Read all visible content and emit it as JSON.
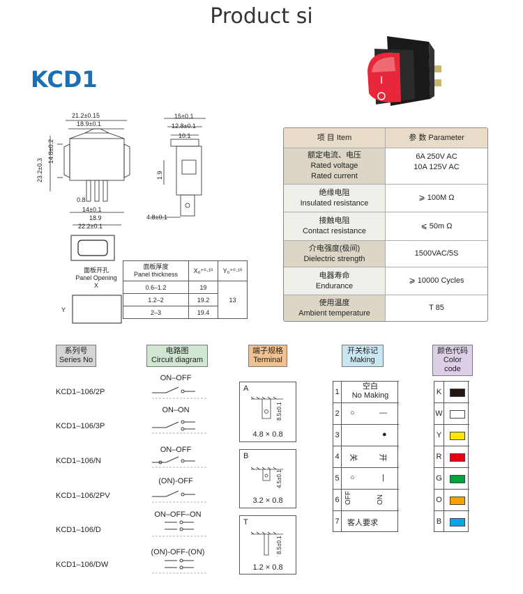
{
  "title": "Product si",
  "model": "KCD1",
  "dims": {
    "d1": "21.2±0.15",
    "d2": "18.9±0.1",
    "d3": "14.8±0.2",
    "d4": "23.2±0.3",
    "d5": "0.8",
    "d6": "14±0.1",
    "d7": "18.9",
    "d8": "22.2±0.1",
    "s1": "15±0.1",
    "s2": "12.8±0.1",
    "s3": "10.1",
    "s4": "1.9",
    "s5": "4.8±0.1"
  },
  "panel": {
    "opening_cn": "面板开孔",
    "opening_en": "Panel Opening",
    "x": "X",
    "y": "Y",
    "thick_cn": "面板厚度",
    "thick_en": "Panel thickness",
    "xtol": "X₀⁺⁰·¹⁰",
    "ytol": "Y₀⁺⁰·¹⁰",
    "rows": [
      [
        "0.6–1.2",
        "19"
      ],
      [
        "1.2–2",
        "19.2"
      ],
      [
        "2–3",
        "19.4"
      ]
    ],
    "y_value": "13"
  },
  "params": {
    "head_item": "项 目  Item",
    "head_param": "参 数  Parameter",
    "rows": [
      {
        "cn": "额定电流、电压",
        "en": "Rated voltage",
        "en2": "Rated current",
        "v1": "6A   250V AC",
        "v2": "10A 125V AC"
      },
      {
        "cn": "绝缘电阻",
        "en": "Insulated resistance",
        "v1": "⩾ 100M Ω"
      },
      {
        "cn": "接触电阻",
        "en": "Contact resistance",
        "v1": "⩽ 50m Ω"
      },
      {
        "cn": "介电强度(极间)",
        "en": "Dielectric strength",
        "v1": "1500VAC/5S"
      },
      {
        "cn": "电器寿命",
        "en": "Endurance",
        "v1": "⩾ 10000 Cycles"
      },
      {
        "cn": "使用温度",
        "en": "Ambient temperature",
        "v1": "T 85"
      }
    ]
  },
  "series": {
    "h_cn": "系列号",
    "h_en": "Series No",
    "items": [
      "KCD1–106/2P",
      "KCD1–106/3P",
      "KCD1–106/N",
      "KCD1–106/2PV",
      "KCD1–106/D",
      "KCD1–106/DW"
    ]
  },
  "circuit": {
    "h_cn": "电路图",
    "h_en": "Circuit diagram",
    "labels": [
      "ON–OFF",
      "ON–ON",
      "ON–OFF",
      "(ON)-OFF",
      "ON–OFF–ON",
      "(ON)-OFF-(ON)"
    ]
  },
  "terminal": {
    "h_cn": "端子规格",
    "h_en": "Terminal",
    "items": [
      {
        "letter": "A",
        "height": "8.5±0.1",
        "size": "4.8 × 0.8"
      },
      {
        "letter": "B",
        "height": "4.5±0.1",
        "size": "3.2 × 0.8"
      },
      {
        "letter": "T",
        "height": "8.5±0.1",
        "size": "1.2 × 0.8"
      }
    ]
  },
  "marking": {
    "h_cn": "开关标记",
    "h_en": "Making",
    "rows": [
      {
        "n": "1",
        "a": "空白",
        "b": "No Making"
      },
      {
        "n": "2",
        "a": "○",
        "b": "—"
      },
      {
        "n": "3",
        "a": "",
        "b": "●"
      },
      {
        "n": "4",
        "a": "关",
        "b": "开"
      },
      {
        "n": "5",
        "a": "○",
        "b": "|"
      },
      {
        "n": "6",
        "a": "OFF",
        "b": "ON"
      },
      {
        "n": "7",
        "a": "客人要求",
        "b": ""
      }
    ]
  },
  "color": {
    "h_cn": "颜色代码",
    "h_en": "Color code",
    "rows": [
      {
        "code": "K",
        "hex": "#231815"
      },
      {
        "code": "W",
        "hex": "#ffffff"
      },
      {
        "code": "Y",
        "hex": "#ffe600"
      },
      {
        "code": "R",
        "hex": "#e60012"
      },
      {
        "code": "G",
        "hex": "#00a23c"
      },
      {
        "code": "O",
        "hex": "#f5a200"
      },
      {
        "code": "B",
        "hex": "#0aa5e0"
      }
    ]
  }
}
